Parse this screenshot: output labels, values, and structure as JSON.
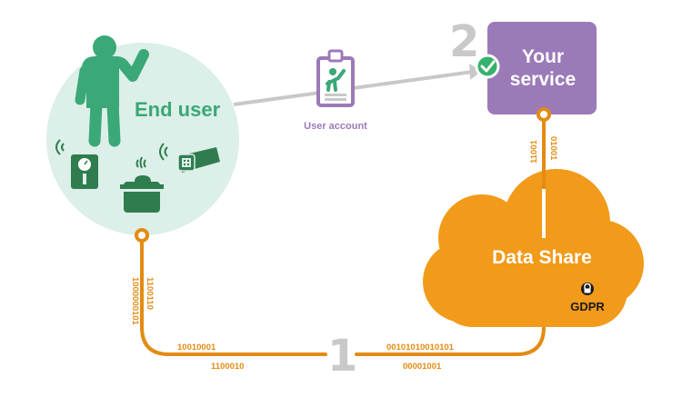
{
  "nodes": {
    "end_user": "End user",
    "your_service_line1": "Your",
    "your_service_line2": "service",
    "data_share": "Data Share",
    "gdpr": "GDPR",
    "user_account": "User account"
  },
  "steps": {
    "step1": "1",
    "step2": "2"
  },
  "bit_labels": {
    "left_outer": "1000000101",
    "left_inner": "1100110",
    "bottom_left_top": "10010001",
    "bottom_left_bottom": "1100010",
    "bottom_right_top": "00101010010101",
    "bottom_right_bottom": "00001001",
    "service_left": "11001",
    "service_right": "01001"
  },
  "colors": {
    "end_user_circle": "#dcefe8",
    "end_user_green": "#3aa877",
    "device_green": "#2f7d4f",
    "service_purple": "#9b7ab8",
    "cloud_orange": "#f29a1a",
    "line_orange": "#e38b12",
    "arrow_gray": "#c8c8c8",
    "step_gray": "#c9c9c9",
    "check_green": "#37b26c"
  }
}
